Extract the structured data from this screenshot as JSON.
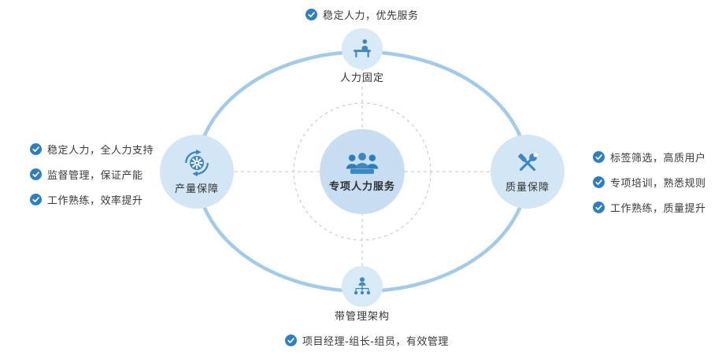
{
  "colors": {
    "accent_blue": "#3e86c2",
    "ellipse_stroke": "#a3cbe7",
    "dashed_gray": "#c4c4c4",
    "node_fill_small": "#d9eaf7",
    "node_fill_large": "#d2e6f5",
    "center_fill": "#c7def2",
    "check_blue": "#2d7fc1",
    "text": "#333333"
  },
  "center": {
    "label": "专项人力服务",
    "icon": "team-icon"
  },
  "nodes": {
    "top": {
      "label": "人力固定",
      "icon": "desk-person-icon"
    },
    "left": {
      "label": "产量保障",
      "icon": "gear-sync-icon"
    },
    "right": {
      "label": "质量保障",
      "icon": "tools-icon"
    },
    "bottom": {
      "label": "带管理架构",
      "icon": "hierarchy-icon"
    }
  },
  "bullets": {
    "top": [
      "稳定人力，优先服务"
    ],
    "left": [
      "稳定人力，全人力支持",
      "监督管理，保证产能",
      "工作熟练，效率提升"
    ],
    "right": [
      "标签筛选，高质用户",
      "专项培训，熟悉规则",
      "工作熟练，质量提升"
    ],
    "bottom": [
      "项目经理-组长-组员，有效管理"
    ]
  }
}
